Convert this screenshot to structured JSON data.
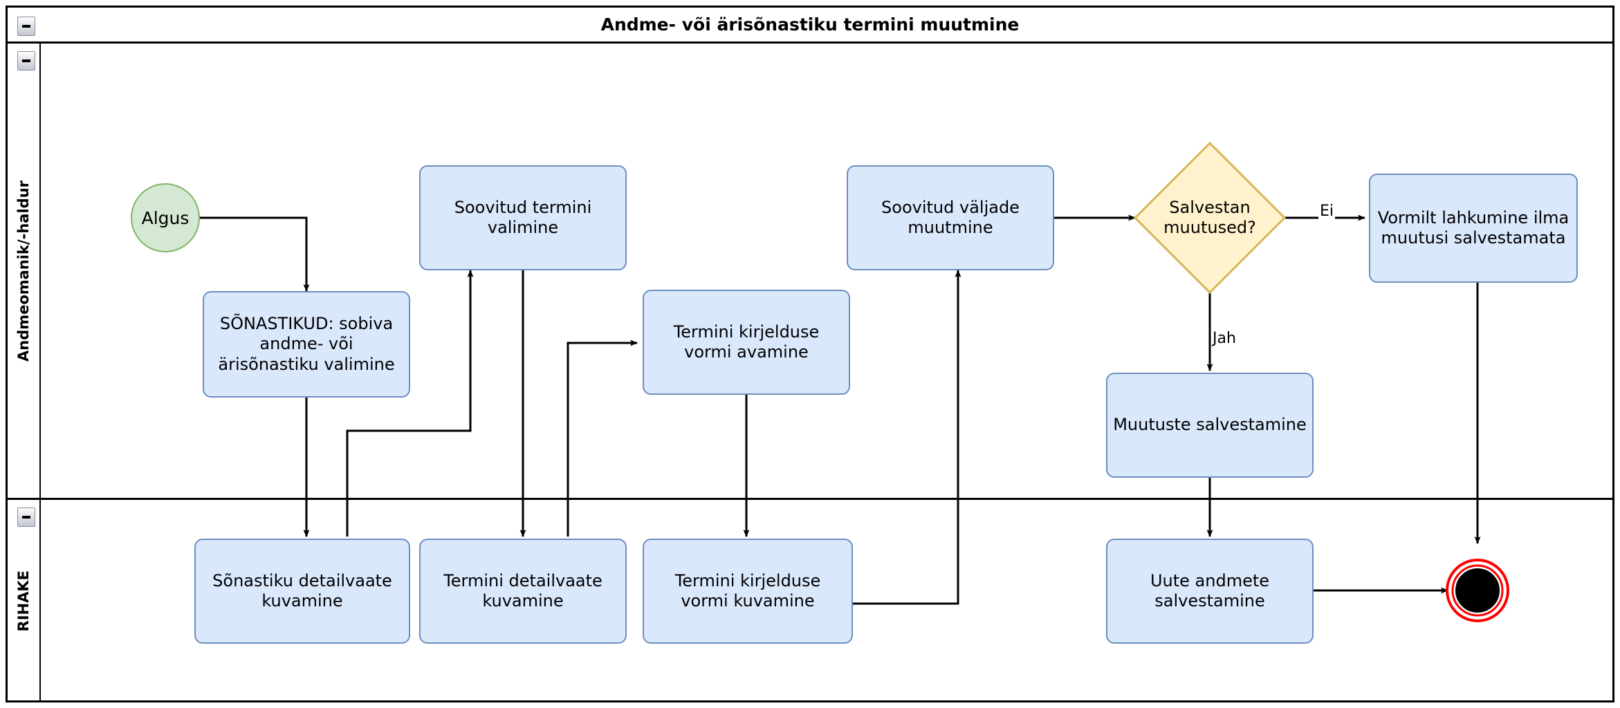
{
  "diagram": {
    "title": "Andme- või ärisõnastiku termini muutmine",
    "type": "bpmn-activity-diagram",
    "collapse_icon": "minus-icon",
    "lanes": [
      {
        "id": "lane-andmeomanik",
        "label": "Andmeomanik/-haldur"
      },
      {
        "id": "lane-rihake",
        "label": "RIHAKE"
      }
    ],
    "colors": {
      "task_fill": "#dae8fc",
      "task_stroke": "#6c8ebf",
      "start_fill": "#d5e8d4",
      "start_stroke": "#82b366",
      "gateway_fill": "#fff2cc",
      "gateway_stroke": "#d6b656",
      "end_stroke": "#ff0000",
      "end_fill": "#000000",
      "flow_stroke": "#000000",
      "pool_stroke": "#000000"
    },
    "nodes": {
      "start": {
        "label": "Algus",
        "kind": "start-event",
        "lane": "lane-andmeomanik"
      },
      "t_sonastikud": {
        "label": "SÕNASTIKUD: sobiva andme- või ärisõnastiku valimine",
        "kind": "task",
        "lane": "lane-andmeomanik"
      },
      "t_termini_valimine": {
        "label": "Soovitud termini valimine",
        "kind": "task",
        "lane": "lane-andmeomanik"
      },
      "t_vormi_avamine": {
        "label": "Termini kirjelduse vormi avamine",
        "kind": "task",
        "lane": "lane-andmeomanik"
      },
      "t_valjade_muutmine": {
        "label": "Soovitud väljade muutmine",
        "kind": "task",
        "lane": "lane-andmeomanik"
      },
      "g_salvestan": {
        "label": "Salvestan muutused?",
        "kind": "gateway",
        "lane": "lane-andmeomanik"
      },
      "t_vormilt_lahkumine": {
        "label": "Vormilt lahkumine ilma muutusi salvestamata",
        "kind": "task",
        "lane": "lane-andmeomanik"
      },
      "t_muutuste_salvestamine": {
        "label": "Muutuste salvestamine",
        "kind": "task",
        "lane": "lane-andmeomanik"
      },
      "t_sonastiku_detail": {
        "label": "Sõnastiku detailvaate kuvamine",
        "kind": "task",
        "lane": "lane-rihake"
      },
      "t_termini_detail": {
        "label": "Termini detailvaate kuvamine",
        "kind": "task",
        "lane": "lane-rihake"
      },
      "t_vormi_kuvamine": {
        "label": "Termini kirjelduse vormi kuvamine",
        "kind": "task",
        "lane": "lane-rihake"
      },
      "t_uute_andmete": {
        "label": "Uute andmete salvestamine",
        "kind": "task",
        "lane": "lane-rihake"
      },
      "end": {
        "label": "",
        "kind": "end-event",
        "lane": "lane-rihake"
      }
    },
    "edge_labels": {
      "jah": "Jah",
      "ei": "Ei"
    },
    "flows": [
      {
        "from": "start",
        "to": "t_sonastikud",
        "label": ""
      },
      {
        "from": "t_sonastikud",
        "to": "t_sonastiku_detail",
        "label": ""
      },
      {
        "from": "t_sonastiku_detail",
        "to": "t_termini_valimine",
        "label": ""
      },
      {
        "from": "t_termini_valimine",
        "to": "t_termini_detail",
        "label": ""
      },
      {
        "from": "t_termini_detail",
        "to": "t_vormi_avamine",
        "label": ""
      },
      {
        "from": "t_vormi_avamine",
        "to": "t_vormi_kuvamine",
        "label": ""
      },
      {
        "from": "t_vormi_kuvamine",
        "to": "t_valjade_muutmine",
        "label": ""
      },
      {
        "from": "t_valjade_muutmine",
        "to": "g_salvestan",
        "label": ""
      },
      {
        "from": "g_salvestan",
        "to": "t_muutuste_salvestamine",
        "label": "Jah"
      },
      {
        "from": "g_salvestan",
        "to": "t_vormilt_lahkumine",
        "label": "Ei"
      },
      {
        "from": "t_muutuste_salvestamine",
        "to": "t_uute_andmete",
        "label": ""
      },
      {
        "from": "t_uute_andmete",
        "to": "end",
        "label": ""
      },
      {
        "from": "t_vormilt_lahkumine",
        "to": "end",
        "label": ""
      }
    ]
  }
}
